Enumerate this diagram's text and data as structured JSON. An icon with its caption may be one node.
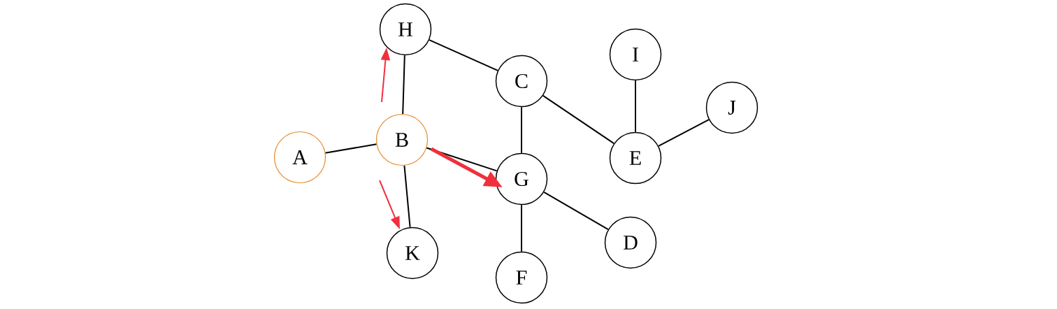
{
  "diagram": {
    "nodes": [
      {
        "text": [
          "H"
        ]
      },
      {
        "text": [
          "I"
        ]
      },
      {
        "text": [
          "C"
        ]
      },
      {
        "text": [
          "J"
        ]
      },
      {
        "text": [
          "B"
        ]
      },
      {
        "text": [
          "A"
        ]
      },
      {
        "text": [
          "E"
        ]
      },
      {
        "text": [
          "G"
        ]
      },
      {
        "text": [
          "D"
        ]
      },
      {
        "text": [
          "K"
        ]
      },
      {
        "text": [
          "F"
        ]
      }
    ],
    "edges": [
      {
        "from": 5,
        "to": 4,
        "arrow": "none"
      },
      {
        "from": 4,
        "to": 0,
        "arrow": "none"
      },
      {
        "from": 0,
        "to": 2,
        "arrow": "none"
      },
      {
        "from": 2,
        "to": 7,
        "arrow": "none"
      },
      {
        "from": 2,
        "to": 6,
        "arrow": "none"
      },
      {
        "from": 1,
        "to": 6,
        "arrow": "none"
      },
      {
        "from": 6,
        "to": 3,
        "arrow": "none"
      },
      {
        "from": 4,
        "to": 7,
        "arrow": "none"
      },
      {
        "from": 4,
        "to": 9,
        "arrow": "none"
      },
      {
        "from": 7,
        "to": 10,
        "arrow": "none"
      },
      {
        "from": 7,
        "to": 8,
        "arrow": "none"
      },
      {
        "from": 4,
        "to": 0,
        "arrow": "to",
        "color": "#f0303c"
      },
      {
        "from": 4,
        "to": 7,
        "arrow": "to",
        "style": "thick",
        "color": "#f0303c"
      },
      {
        "from": 4,
        "to": 9,
        "arrow": "to",
        "color": "#f0303c"
      }
    ]
  }
}
